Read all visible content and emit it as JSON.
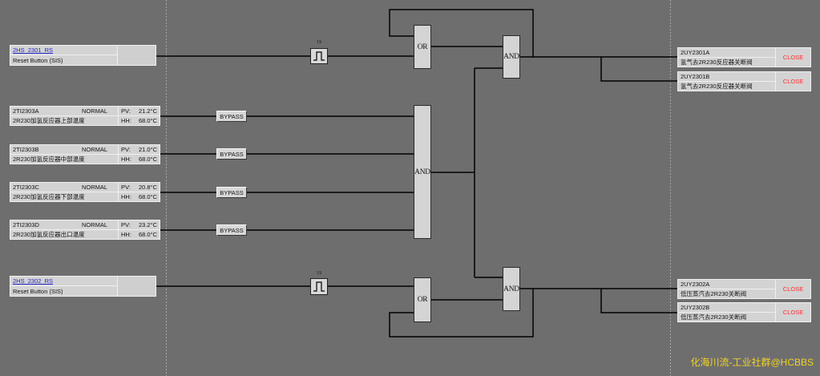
{
  "colors": {
    "background": "#6e6e6e",
    "panel": "#d3d3d3",
    "link": "#2626c8",
    "close": "#ff2b2b",
    "wire": "#000000",
    "watermark": "#f0d22a"
  },
  "reset_buttons": [
    {
      "tag": "2HS_2301_RS",
      "desc": "Reset Button (SIS)"
    },
    {
      "tag": "2HS_2302_RS",
      "desc": "Reset Button (SIS)"
    }
  ],
  "temperatures": [
    {
      "tag": "2TI2303A",
      "status": "NORMAL",
      "pv_label": "PV:",
      "pv": "21.2°C",
      "desc": "2R230加氢反应器上部温度",
      "hh_label": "HH:",
      "hh": "68.0°C",
      "bypass": "BYPASS"
    },
    {
      "tag": "2TI2303B",
      "status": "NORMAL",
      "pv_label": "PV:",
      "pv": "21.0°C",
      "desc": "2R230加氢反应器中部温度",
      "hh_label": "HH:",
      "hh": "68.0°C",
      "bypass": "BYPASS"
    },
    {
      "tag": "2TI2303C",
      "status": "NORMAL",
      "pv_label": "PV:",
      "pv": "20.8°C",
      "desc": "2R230加氢反应器下部温度",
      "hh_label": "HH:",
      "hh": "68.0°C",
      "bypass": "BYPASS"
    },
    {
      "tag": "2TI2303D",
      "status": "NORMAL",
      "pv_label": "PV:",
      "pv": "23.2°C",
      "desc": "2R230加氢反应器出口温度",
      "hh_label": "HH:",
      "hh": "68.0°C",
      "bypass": "BYPASS"
    }
  ],
  "timers": [
    {
      "label": "1S",
      "icon": "pulse-icon"
    },
    {
      "label": "1S",
      "icon": "pulse-icon"
    }
  ],
  "gates": {
    "or_top": "OR",
    "and_main": "AND",
    "and_top": "AND",
    "and_bottom": "AND",
    "or_bottom": "OR"
  },
  "outputs": [
    {
      "tag": "2UY2301A",
      "desc": "氢气去2R230反应器关断阀",
      "state": "CLOSE"
    },
    {
      "tag": "2UY2301B",
      "desc": "氢气去2R230反应器关断阀",
      "state": "CLOSE"
    },
    {
      "tag": "2UY2302A",
      "desc": "低压蒸汽去2R230关断阀",
      "state": "CLOSE"
    },
    {
      "tag": "2UY2302B",
      "desc": "低压蒸汽去2R230关断阀",
      "state": "CLOSE"
    }
  ],
  "watermark": "化海川流-工业社群@HCBBS"
}
